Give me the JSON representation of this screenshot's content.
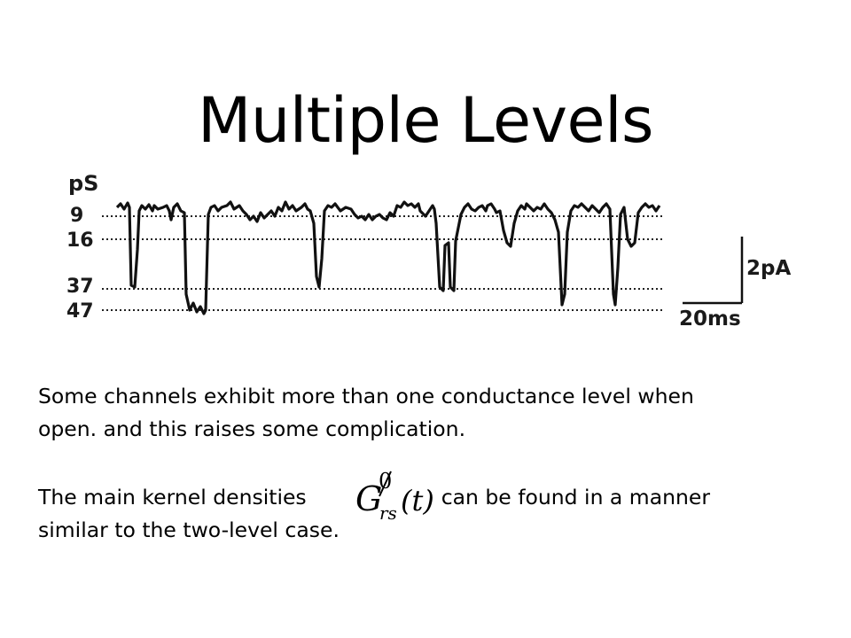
{
  "slide": {
    "title": "Multiple Levels",
    "paragraph1": {
      "line1": "Some channels exhibit more than one conductance level when",
      "line2": "open. and this raises some complication."
    },
    "paragraph2": {
      "before": "The main kernel densities",
      "after": "can be found in a manner",
      "line2": "similar to the two-level case."
    },
    "formula": {
      "base": "G",
      "superscript": "0",
      "subscript": "rs",
      "argument": "(t)"
    }
  },
  "figure": {
    "unit_label": "pS",
    "levels": [
      {
        "label": "9",
        "value": 9
      },
      {
        "label": "16",
        "value": 16
      },
      {
        "label": "37",
        "value": 37
      },
      {
        "label": "47",
        "value": 47
      }
    ],
    "scale_bar_current": "2pA",
    "scale_bar_time": "20ms"
  }
}
